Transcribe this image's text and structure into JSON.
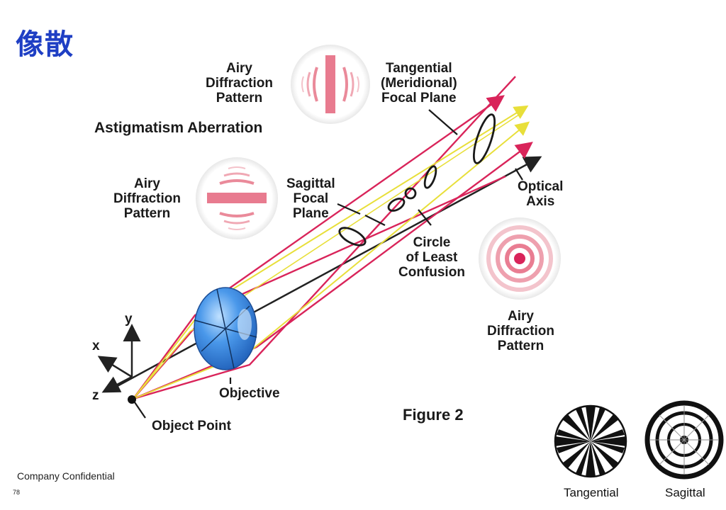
{
  "title": "像散",
  "diagram": {
    "subtitle": "Astigmatism Aberration",
    "airy_top": [
      "Airy",
      "Diffraction",
      "Pattern"
    ],
    "airy_mid": [
      "Airy",
      "Diffraction",
      "Pattern"
    ],
    "airy_right": [
      "Airy",
      "Diffraction",
      "Pattern"
    ],
    "tangential_plane": [
      "Tangential",
      "(Meridional)",
      "Focal Plane"
    ],
    "sagittal_plane": [
      "Sagittal",
      "Focal",
      "Plane"
    ],
    "optical_axis": [
      "Optical",
      "Axis"
    ],
    "least_confusion": [
      "Circle",
      "of Least",
      "Confusion"
    ],
    "objective": "Objective",
    "object_point": "Object Point",
    "axis_x": "x",
    "axis_y": "y",
    "axis_z": "z",
    "figure": "Figure 2"
  },
  "charts": {
    "tangential": "Tangential",
    "sagittal": "Sagittal"
  },
  "footer": {
    "confidential": "Company Confidential",
    "page": "78"
  },
  "colors": {
    "title": "#1f3fc4",
    "ray_red": "#d9245a",
    "ray_yellow": "#e8df3a",
    "lens": "#3f8fe6"
  }
}
